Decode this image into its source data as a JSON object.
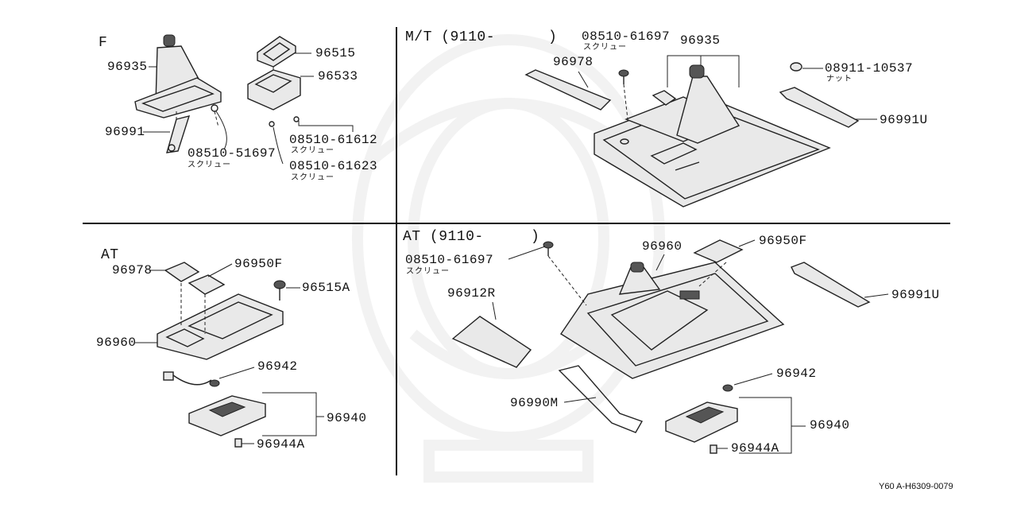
{
  "sections": {
    "f": {
      "title": "F"
    },
    "mt": {
      "title": "M/T (9110-",
      "title_close": ")"
    },
    "at_left": {
      "title": "AT"
    },
    "at_right": {
      "title": "AT (9110-",
      "title_close": ")"
    }
  },
  "labels": {
    "f_96935": "96935",
    "f_96515": "96515",
    "f_96533": "96533",
    "f_96991": "96991",
    "f_08510_61612": "08510-61612",
    "f_08510_51697": "08510-51697",
    "f_08510_61623": "08510-61623",
    "mt_08510_61697": "08510-61697",
    "mt_96935": "96935",
    "mt_96978": "96978",
    "mt_08911_10537": "08911-10537",
    "mt_96991U": "96991U",
    "atl_96978": "96978",
    "atl_96950F": "96950F",
    "atl_96515A": "96515A",
    "atl_96960": "96960",
    "atl_96942": "96942",
    "atl_96940": "96940",
    "atl_96944A": "96944A",
    "atr_08510_61697": "08510-61697",
    "atr_96960": "96960",
    "atr_96950F": "96950F",
    "atr_96912R": "96912R",
    "atr_96991U": "96991U",
    "atr_96942": "96942",
    "atr_96990M": "96990M",
    "atr_96940": "96940",
    "atr_96944A": "96944A"
  },
  "sublabels": {
    "screw": "スクリュー",
    "nut": "ナット"
  },
  "footer": {
    "code": "Y60 A-H6309-0079"
  }
}
